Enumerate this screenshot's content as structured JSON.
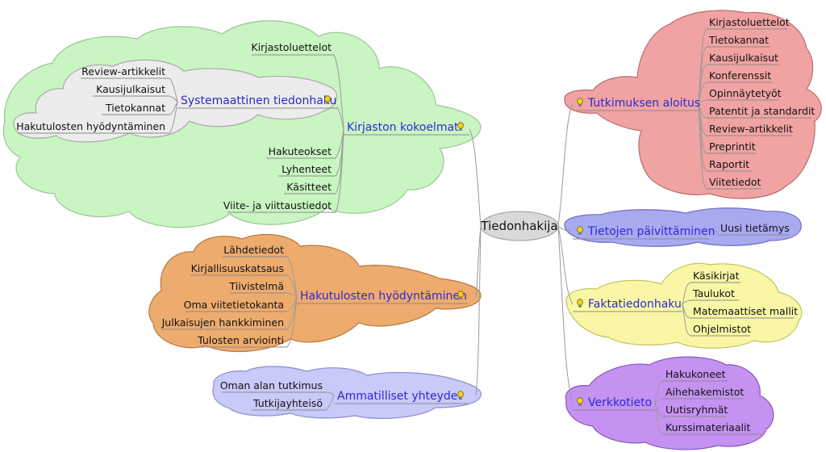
{
  "central": {
    "label": "Tiedonhakija"
  },
  "left": {
    "kirjasto": {
      "label": "Kirjaston kokoelmat",
      "top_item": "Kirjastoluettelot",
      "systematic": {
        "label": "Systemaattinen tiedonhaku",
        "items": [
          "Review-artikkelit",
          "Kausijulkaisut",
          "Tietokannat",
          "Hakutulosten hyödyntäminen"
        ]
      },
      "bottom_items": [
        "Hakuteokset",
        "Lyhenteet",
        "Käsitteet",
        "Viite- ja viittaustiedot"
      ]
    },
    "hakutulosten": {
      "label": "Hakutulosten hyödyntäminen",
      "items": [
        "Lähdetiedot",
        "Kirjallisuuskatsaus",
        "Tiivistelmä",
        "Oma viitetietokanta",
        "Julkaisujen hankkiminen",
        "Tulosten arviointi"
      ]
    },
    "ammatilliset": {
      "label": "Ammatilliset yhteydet",
      "items": [
        "Oman alan tutkimus",
        "Tutkijayhteisö"
      ]
    }
  },
  "right": {
    "tutkimuksen": {
      "label": "Tutkimuksen aloitus",
      "items": [
        "Kirjastoluettelot",
        "Tietokannat",
        "Kausijulkaisut",
        "Konferenssit",
        "Opinnäytetyöt",
        "Patentit ja standardit",
        "Review-artikkelit",
        "Preprintit",
        "Raportit",
        "Viitetiedot"
      ]
    },
    "tietojen": {
      "label": "Tietojen päivittäminen",
      "items": [
        "Uusi tietämys"
      ]
    },
    "fakta": {
      "label": "Faktatiedonhaku",
      "items": [
        "Käsikirjat",
        "Taulukot",
        "Matemaattiset mallit",
        "Ohjelmistot"
      ]
    },
    "verkko": {
      "label": "Verkkotieto",
      "items": [
        "Hakukoneet",
        "Aihehakemistot",
        "Uutisryhmät",
        "Kurssimateriaalit"
      ]
    }
  },
  "colors": {
    "green_cloud": "#c9f5c2",
    "grey_cloud": "#ececec",
    "orange_cloud": "#eeab6e",
    "lavender_cloud": "#c9c9fa",
    "red_cloud": "#f1a3a3",
    "blue_cloud": "#a9a9f0",
    "yellow_cloud": "#f9f7a6",
    "purple_cloud": "#c592f2",
    "topic_text": "#2a2ad0"
  },
  "icons": {
    "idea": "lightbulb-icon"
  }
}
